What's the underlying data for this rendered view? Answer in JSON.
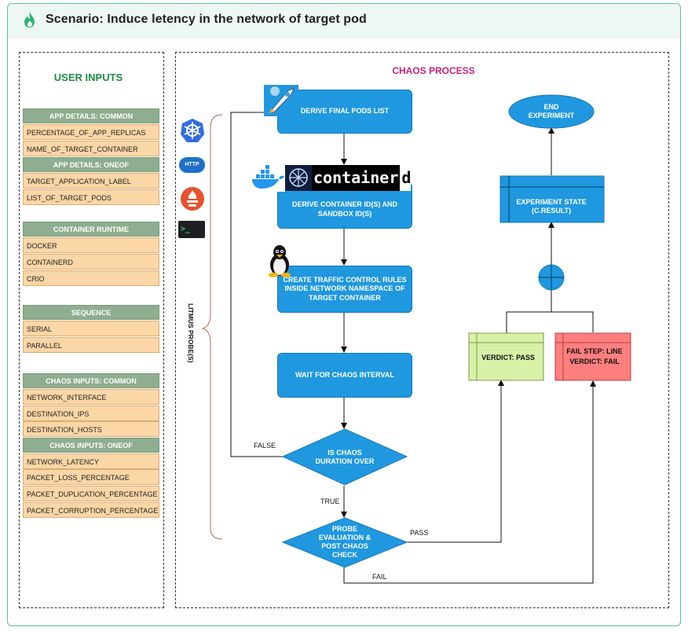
{
  "header": {
    "title": "Scenario: Induce letency in the network of target pod",
    "icon": "flame-icon"
  },
  "user_inputs": {
    "title": "USER INPUTS",
    "sections": [
      {
        "heading": "APP DETAILS: COMMON",
        "items": [
          "PERCENTAGE_OF_APP_REPLICAS",
          "NAME_OF_TARGET_CONTAINER"
        ]
      },
      {
        "heading": "APP DETAILS: ONEOF",
        "items": [
          "TARGET_APPLICATION_LABEL",
          "LIST_OF_TARGET_PODS"
        ]
      },
      {
        "heading": "CONTAINER RUNTIME",
        "items": [
          "DOCKER",
          "CONTAINERD",
          "CRIO"
        ]
      },
      {
        "heading": "SEQUENCE",
        "items": [
          "SERIAL",
          "PARALLEL"
        ]
      },
      {
        "heading": "CHAOS INPUTS: COMMON",
        "items": [
          "NETWORK_INTERFACE",
          "DESTINATION_IPS",
          "DESTINATION_HOSTS"
        ]
      },
      {
        "heading": "CHAOS INPUTS: ONEOF",
        "items": [
          "NETWORK_LATENCY",
          "PACKET_LOSS_PERCENTAGE",
          "PACKET_DUPLICATION_PERCENTAGE",
          "PACKET_CORRUPTION_PERCENTAGE"
        ]
      }
    ]
  },
  "chaos": {
    "title": "CHAOS PROCESS",
    "litmus_probes": "LITMUS PROBE(S)",
    "probe_icons": [
      "kubernetes-icon",
      "http-icon",
      "prometheus-icon",
      "terminal-icon"
    ],
    "http_badge": "HTTP",
    "terminal_glyph": ">_",
    "containerd_logo": "container",
    "containerd_logo_d": "d",
    "steps": {
      "derive_pods": "DERIVE FINAL PODS LIST",
      "derive_container": "DERIVE CONTAINER ID(S) AND SANDBOX ID(S)",
      "traffic_rules": "CREATE TRAFFIC CONTROL RULES INSIDE NETWORK NAMESPACE OF TARGET CONTAINER",
      "wait": "WAIT FOR CHAOS INTERVAL",
      "is_over": "IS CHAOS DURATION OVER",
      "probe_eval": "PROBE EVALUATION & POST CHAOS CHECK",
      "end": "END EXPERIMENT",
      "exp_state": "EXPERIMENT STATE (C.RESULT)",
      "verdict_pass": "VERDICT: PASS",
      "fail_step": "FAIL STEP: LINE",
      "verdict_fail": "VERDICT: FAIL"
    },
    "edge_labels": {
      "false": "FALSE",
      "true": "TRUE",
      "pass": "PASS",
      "fail": "FAIL"
    }
  }
}
